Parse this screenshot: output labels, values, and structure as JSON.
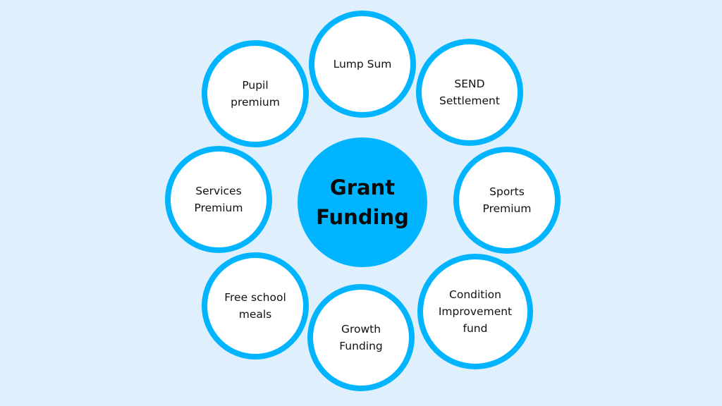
{
  "center": {
    "label": "Grant\nFunding"
  },
  "nodes": [
    {
      "label": "Lump Sum"
    },
    {
      "label": "SEND\nSettlement"
    },
    {
      "label": "Sports\nPremium"
    },
    {
      "label": "Condition\nImprovement\nfund"
    },
    {
      "label": "Growth\nFunding"
    },
    {
      "label": "Free school\nmeals"
    },
    {
      "label": "Services\nPremium"
    },
    {
      "label": "Pupil\npremium"
    }
  ],
  "colors": {
    "background": "#dff0fc",
    "accent": "#00b4ff",
    "node_fill": "#ffffff"
  }
}
